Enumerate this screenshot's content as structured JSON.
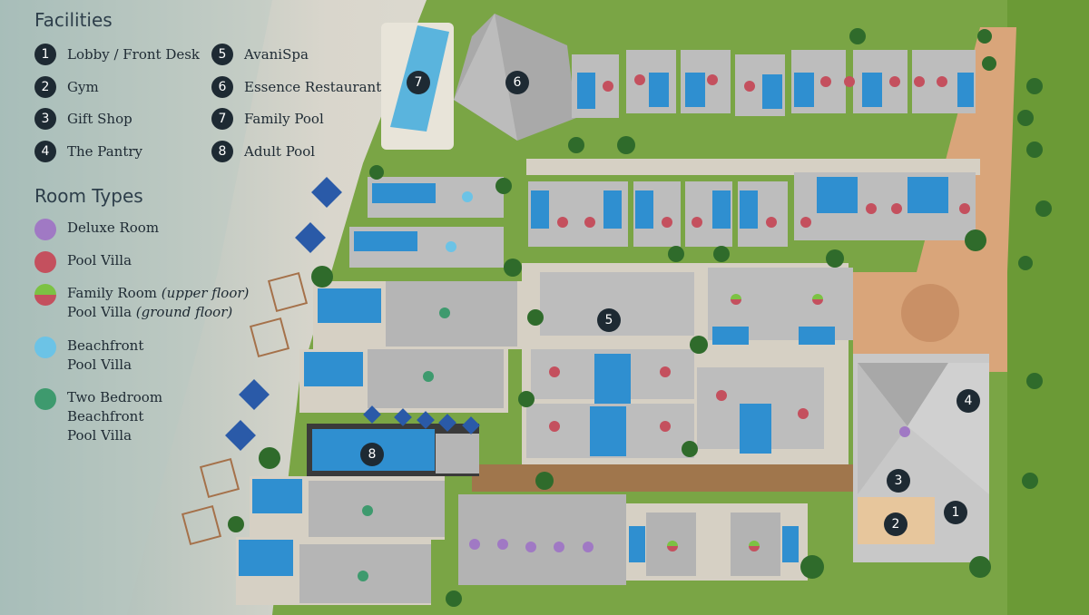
{
  "legend": {
    "facilities_title": "Facilities",
    "room_types_title": "Room Types",
    "facilities": [
      {
        "num": "1",
        "label": "Lobby / Front Desk"
      },
      {
        "num": "2",
        "label": "Gym"
      },
      {
        "num": "3",
        "label": "Gift Shop"
      },
      {
        "num": "4",
        "label": "The Pantry"
      },
      {
        "num": "5",
        "label": "AvaniSpa"
      },
      {
        "num": "6",
        "label": "Essence Restaurant"
      },
      {
        "num": "7",
        "label": "Family Pool"
      },
      {
        "num": "8",
        "label": "Adult Pool"
      }
    ],
    "room_types": [
      {
        "label": "Deluxe Room",
        "color": "#a079c4"
      },
      {
        "label": "Pool Villa",
        "color": "#c4505e"
      },
      {
        "label_a": "Family Room",
        "label_a_note": "(upper floor)",
        "label_b": "Pool Villa",
        "label_b_note": "(ground floor)",
        "color_top": "#7cc243",
        "color_bottom": "#c4505e"
      },
      {
        "label_a": "Beachfront",
        "label_b": "Pool Villa",
        "color": "#6cc3e6"
      },
      {
        "label_a": "Two Bedroom",
        "label_b": "Beachfront",
        "label_c": "Pool Villa",
        "color": "#3e9a6e"
      }
    ]
  },
  "map_markers": [
    "1",
    "2",
    "3",
    "4",
    "5",
    "6",
    "7",
    "8"
  ],
  "colors": {
    "sand": "#e9e4da",
    "grass": "#6d9a3a",
    "path": "#cfc9bd",
    "roof": "#b7b7b7",
    "pool": "#2f8fd0",
    "deck": "#d8a77a",
    "marker": "#1e2a33"
  }
}
